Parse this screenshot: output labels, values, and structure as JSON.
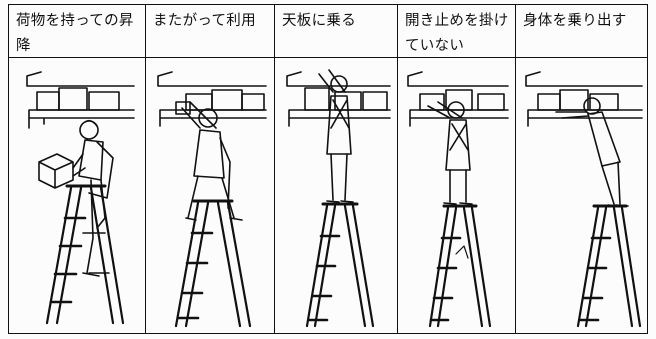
{
  "captions": [
    {
      "text": "荷物を持っての昇降"
    },
    {
      "text": "またがって利用"
    },
    {
      "text": "天板に乗る"
    },
    {
      "text": "開き止めを掛けていない"
    },
    {
      "text": "身体を乗り出す"
    }
  ],
  "illustrations": [
    {
      "icon": "person-carrying-box-on-stepladder-icon"
    },
    {
      "icon": "person-straddling-stepladder-icon"
    },
    {
      "icon": "person-standing-on-top-plate-icon"
    },
    {
      "icon": "person-on-unlocked-stepladder-icon"
    },
    {
      "icon": "person-leaning-out-from-stepladder-icon"
    }
  ],
  "colors": {
    "ink": "#111111",
    "paper": "#fcfcfc"
  }
}
